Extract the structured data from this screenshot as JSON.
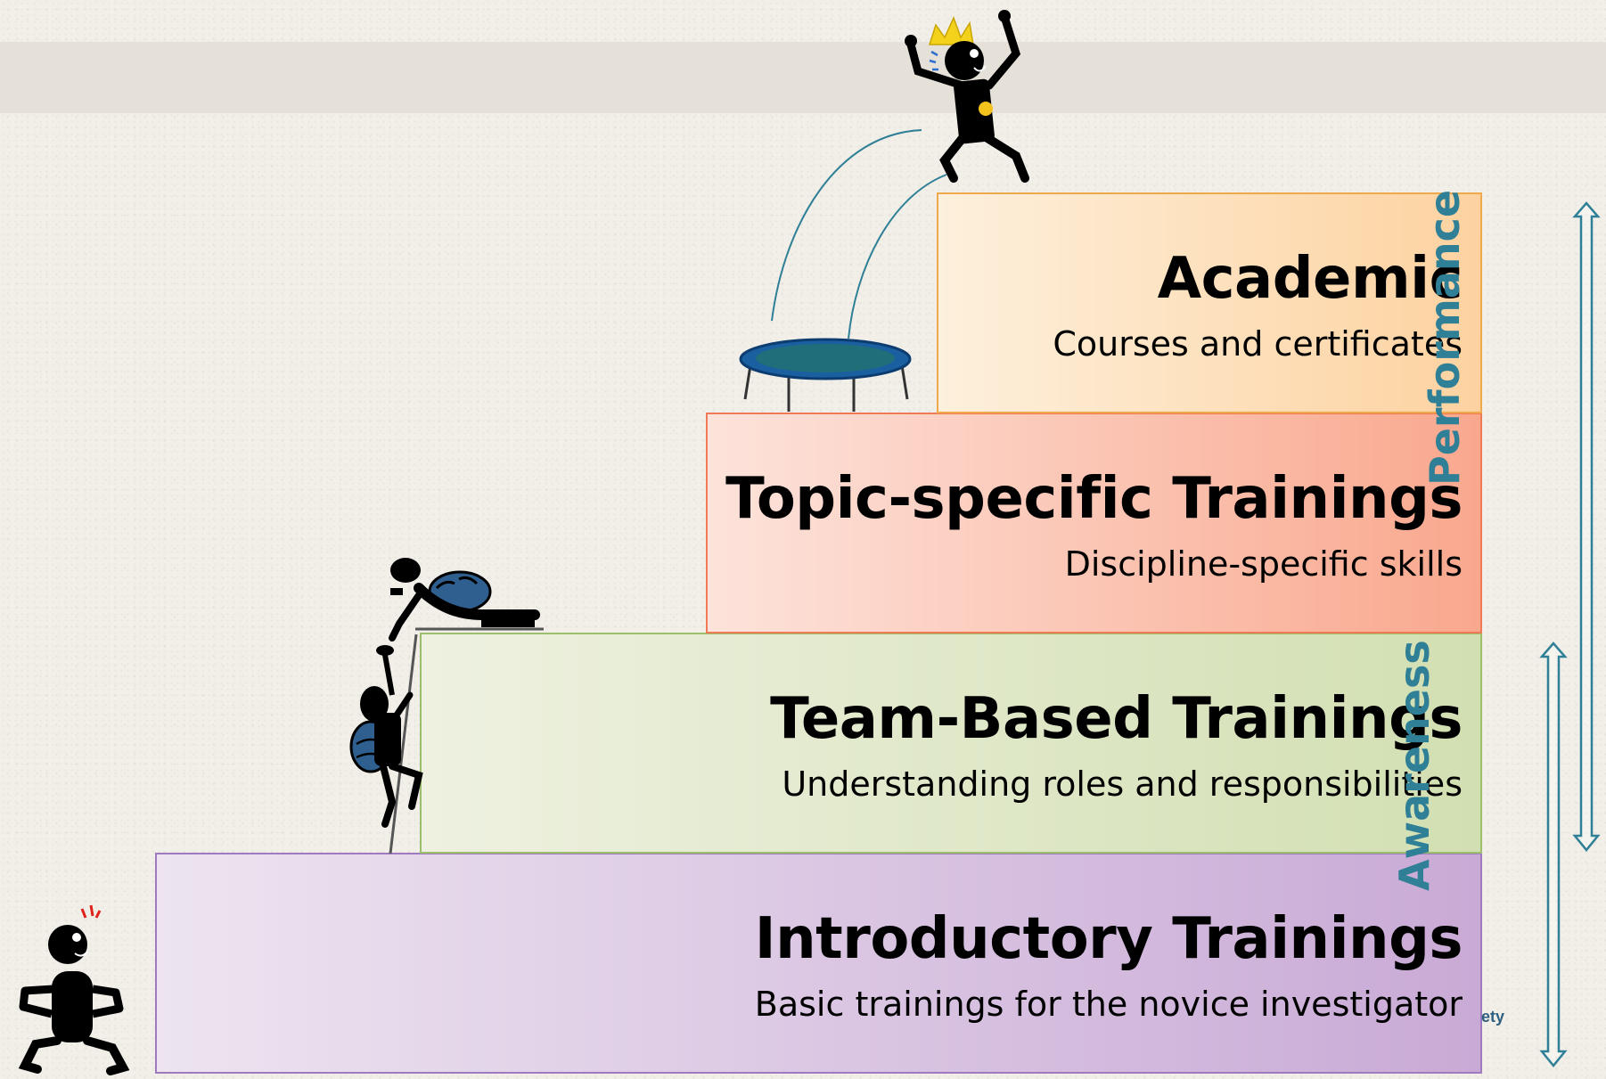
{
  "steps": [
    {
      "title": "Academic",
      "subtitle": "Courses and certificates",
      "color_start": "#fdf0dc",
      "color_end": "#fdd2a0"
    },
    {
      "title": "Topic-specific Trainings",
      "subtitle": "Discipline-specific skills",
      "color_start": "#fde3db",
      "color_end": "#f9a88e"
    },
    {
      "title": "Team-Based Trainings",
      "subtitle": "Understanding roles and responsibilities",
      "color_start": "#eef1e0",
      "color_end": "#d2dfb2"
    },
    {
      "title": "Introductory Trainings",
      "subtitle": "Basic trainings for the novice investigator",
      "color_start": "#ede4f0",
      "color_end": "#c9aad6"
    }
  ],
  "axes": {
    "performance_label": "Performance",
    "awareness_label": "Awareness",
    "color": "#2f7f96"
  },
  "footer_fragment": "ety",
  "icons": [
    "king-figure-icon",
    "trampoline-icon",
    "climbing-figure-icon",
    "helper-figure-icon",
    "standing-figure-icon"
  ]
}
